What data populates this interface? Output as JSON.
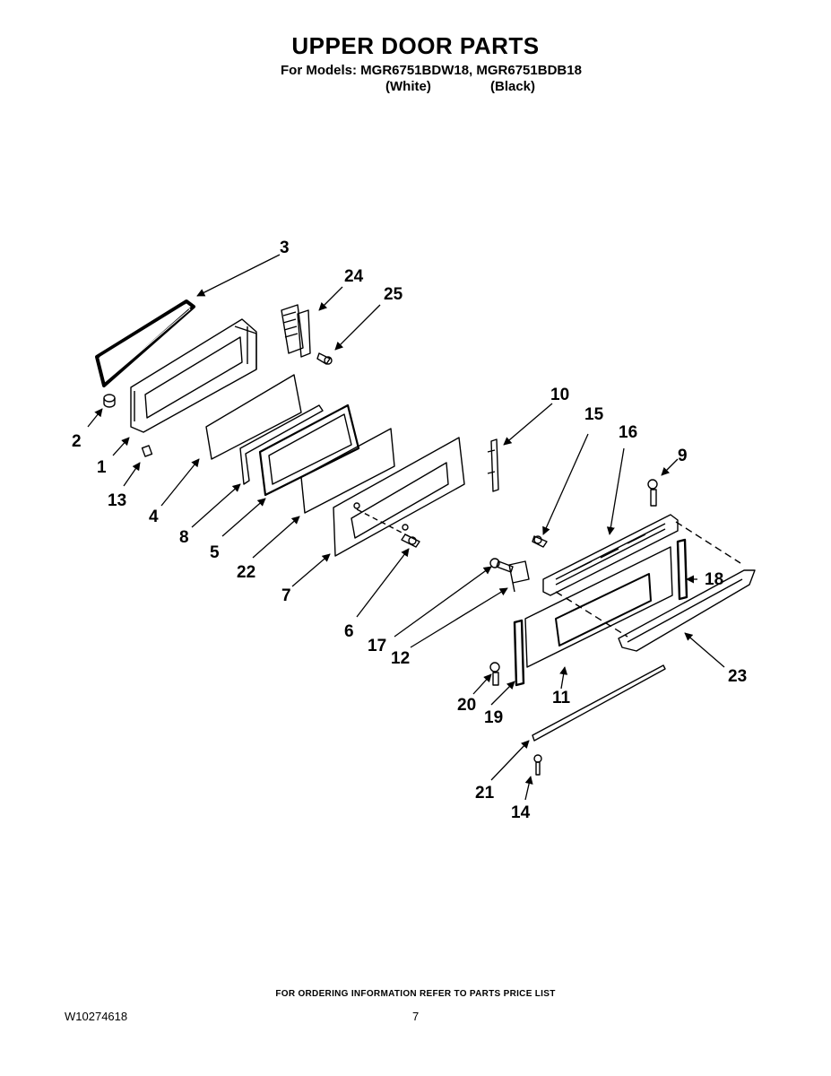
{
  "header": {
    "title": "UPPER DOOR PARTS",
    "models_line": "For Models: MGR6751BDW18, MGR6751BDB18",
    "variants": [
      "(White)",
      "(Black)"
    ]
  },
  "callouts": [
    "1",
    "2",
    "3",
    "4",
    "5",
    "6",
    "7",
    "8",
    "9",
    "10",
    "11",
    "12",
    "13",
    "14",
    "15",
    "16",
    "17",
    "18",
    "19",
    "20",
    "21",
    "22",
    "23",
    "24",
    "25"
  ],
  "footer": {
    "note": "FOR ORDERING INFORMATION REFER TO PARTS PRICE LIST",
    "doc_number": "W10274618",
    "page_number": "7"
  }
}
